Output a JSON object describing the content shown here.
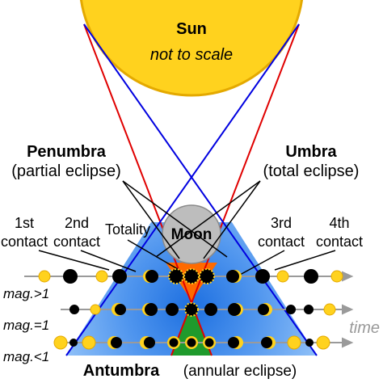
{
  "labels": {
    "sun": "Sun",
    "scale_note": "not to scale",
    "penumbra": "Penumbra",
    "partial": "(partial eclipse)",
    "umbra": "Umbra",
    "total": "(total eclipse)",
    "contact1_a": "1st",
    "contact1_b": "contact",
    "contact2_a": "2nd",
    "contact2_b": "contact",
    "totality": "Totality",
    "moon": "Moon",
    "contact3_a": "3rd",
    "contact3_b": "contact",
    "contact4_a": "4th",
    "contact4_b": "contact",
    "mag_gt1": "mag.>1",
    "mag_eq1": "mag.=1",
    "mag_lt1": "mag.<1",
    "time": "time",
    "antumbra": "Antumbra",
    "annular": "(annular eclipse)"
  },
  "colors": {
    "sun": "#ffd21e",
    "sun_edge": "#e0a800",
    "penumbra_light": "#9fd0ff",
    "penumbra_dark": "#2a78e4",
    "umbra": "#ff6a00",
    "antumbra": "#1f9a2c",
    "moon": "#bdbdbd",
    "ray_red": "#e00000",
    "ray_blue": "#0000e0",
    "arrow": "#9a9a9a",
    "time_text": "#999999"
  }
}
